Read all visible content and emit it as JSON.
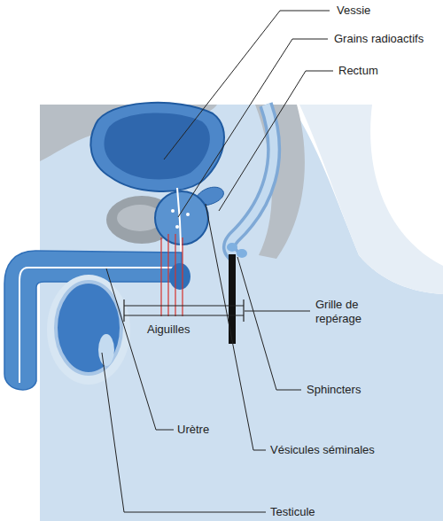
{
  "diagram": {
    "labels": [
      "Vessie",
      "Grains radioactifs",
      "Rectum",
      "Grille de repérage",
      "Aiguilles",
      "Sphincters",
      "Urètre",
      "Vésicules séminales",
      "Testicule"
    ]
  }
}
